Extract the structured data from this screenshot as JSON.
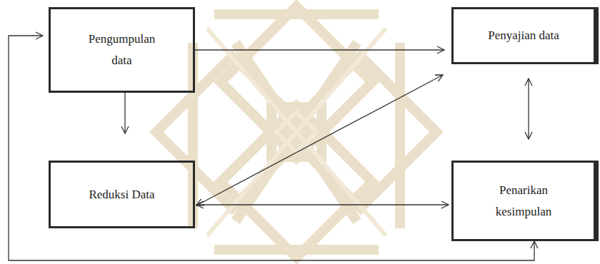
{
  "diagram": {
    "nodes": [
      {
        "text": [
          "Pengumpulan data"
        ]
      },
      {
        "text": [
          "Penyajian data"
        ]
      },
      {
        "text": [
          "Reduksi Data"
        ]
      },
      {
        "text": [
          "Penarikan kesimpulan"
        ]
      }
    ],
    "edges": [
      {
        "from": 0,
        "to": 1,
        "arrow": "to"
      },
      {
        "from": 0,
        "to": 2,
        "arrow": "to"
      },
      {
        "from": 2,
        "to": 1,
        "arrow": "both"
      },
      {
        "from": 2,
        "to": 3,
        "arrow": "both"
      },
      {
        "from": 1,
        "to": 3,
        "arrow": "both"
      },
      {
        "from": 3,
        "to": 0,
        "arrow": "both"
      }
    ]
  }
}
